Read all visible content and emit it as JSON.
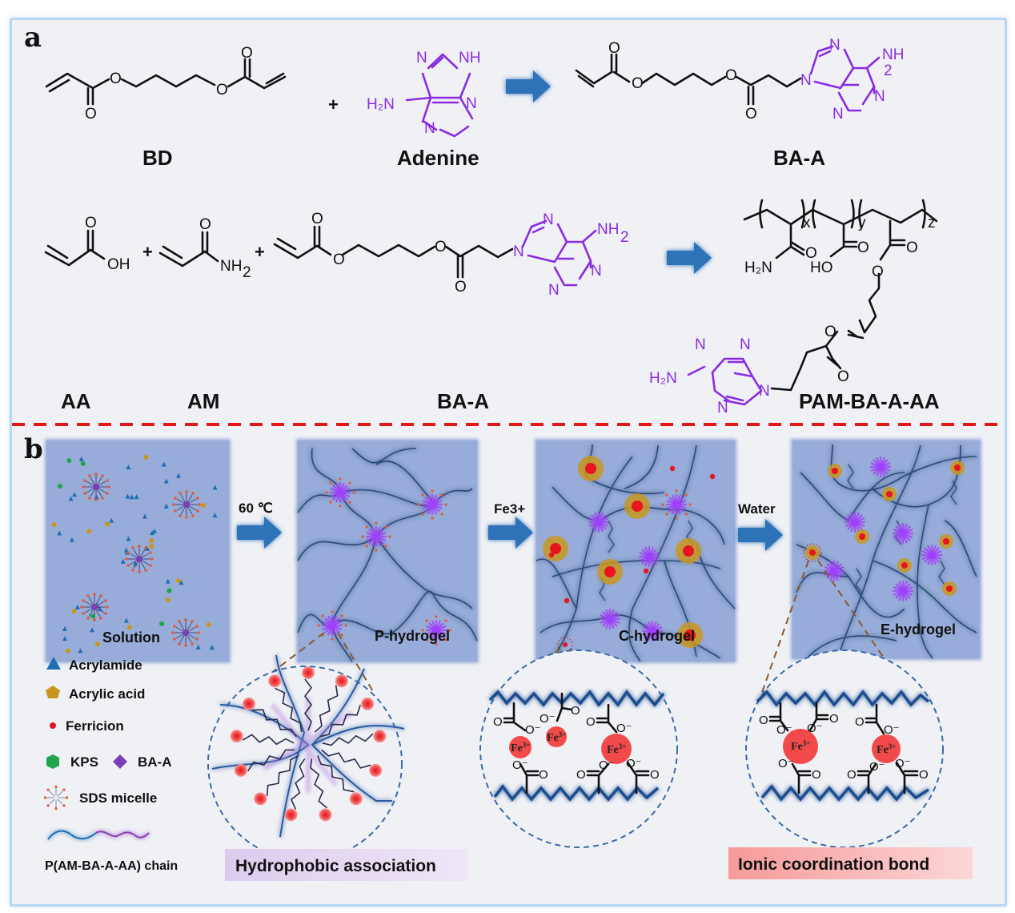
{
  "panel_a": {
    "label": "a",
    "row1": {
      "reactant1": "BD",
      "reactant2": "Adenine",
      "product": "BA-A",
      "plus": "+"
    },
    "row2": {
      "labels": [
        "AA",
        "AM",
        "BA-A",
        "PAM-BA-A-AA"
      ],
      "plus": "+",
      "subscripts": [
        "x",
        "y",
        "z"
      ]
    },
    "atoms": {
      "O": "O",
      "OH": "OH",
      "NH2": "NH",
      "N": "N",
      "NH": "NH",
      "H2N": "H₂N",
      "HO": "HO",
      "two": "2"
    }
  },
  "panel_b": {
    "label": "b",
    "steps": [
      {
        "name": "Solution"
      },
      {
        "name": "P-hydrogel",
        "arrow_label": "60 ℃"
      },
      {
        "name": "C-hydrogel",
        "arrow_label": "Fe3+"
      },
      {
        "name": "E-hydrogel",
        "arrow_label": "Water"
      }
    ],
    "legend": [
      {
        "label": "Acrylamide",
        "icon": "triangle-icon",
        "color": "#1f6fb5"
      },
      {
        "label": "Acrylic acid",
        "icon": "pentagon-icon",
        "color": "#c8961e"
      },
      {
        "label": "Ferricion",
        "icon": "dot-icon",
        "color": "#e0141e"
      },
      {
        "label": "KPS",
        "icon": "hexagon-icon",
        "color": "#1fa64b"
      },
      {
        "label": "BA-A",
        "icon": "diamond-icon",
        "color": "#7a3fb8"
      },
      {
        "label": "SDS micelle",
        "icon": "micelle-icon",
        "color": "#e05a3a"
      },
      {
        "label": "P(AM-BA-A-AA) chain",
        "icon": "chain-icon",
        "color": "#1f6fb5"
      }
    ],
    "zoom_labels": {
      "hydrophobic": "Hydrophobic association",
      "ionic": "Ionic coordination bond"
    },
    "fe_label": "Fe",
    "fe_sup": "3+",
    "o_minus": "O⁻",
    "o": "O"
  },
  "colors": {
    "frame_bg": "#f0f1f5",
    "frame_border": "#b9d7f2",
    "arrow": "#2f72b8",
    "purple": "#8a2be2",
    "divider": "#e01818",
    "gel_bg": "#97acd8"
  }
}
